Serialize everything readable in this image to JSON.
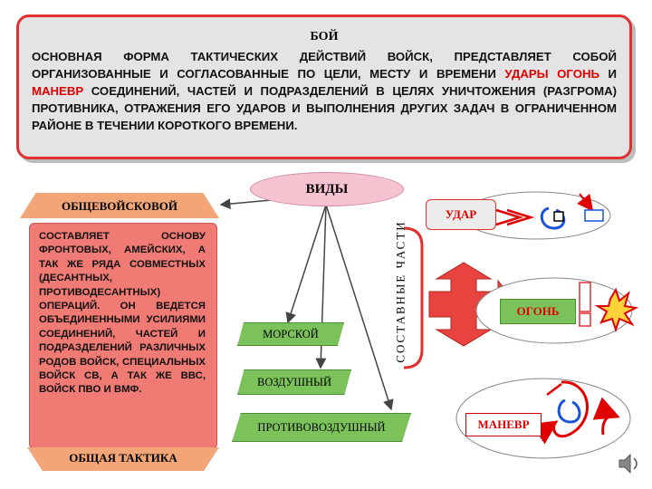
{
  "definition": {
    "title": "БОЙ",
    "line1": "ОСНОВНАЯ ФОРМА ТАКТИЧЕСКИХ ДЕЙСТВИЙ ВОЙСК, ПРЕДСТАВЛЯЕТ СОБОЙ ОРГАНИЗОВАННЫЕ И СОГЛАСОВАННЫЕ ПО ЦЕЛИ, МЕСТУ И ВРЕМЕНИ ",
    "hl_udary": "УДАРЫ",
    "hl_ogon": "ОГОНЬ",
    "and": " И ",
    "hl_manevr": "МАНЕВР",
    "line2": " СОЕДИНЕНИЙ, ЧАСТЕЙ И ПОДРАЗДЕЛЕНИЙ В ЦЕЛЯХ УНИЧТОЖЕНИЯ (РАЗГРОМА) ПРОТИВНИКА, ОТРАЖЕНИЯ ЕГО УДАРОВ И ВЫПОЛНЕНИЯ ДРУГИХ ЗАДАЧ В ОГРАНИЧЕННОМ РАЙОНЕ В ТЕЧЕНИИ КОРОТКОГО ВРЕМЕНИ."
  },
  "types": {
    "header": "ВИДЫ",
    "general_arms": "ОБЩЕВОЙСКОВОЙ",
    "naval": "МОРСКОЙ",
    "air": "ВОЗДУШНЫЙ",
    "air_defense": "ПРОТИВОВОЗДУШНЫЙ"
  },
  "general_description": "СОСТАВЛЯЕТ ОСНОВУ ФРОНТОВЫХ, АМЕЙСКИХ, А ТАК ЖЕ РЯДА СОВМЕСТНЫХ (ДЕСАНТНЫХ, ПРОТИВОДЕСАНТНЫХ) ОПЕРАЦИЙ. ОН ВЕДЕТСЯ ОБЪЕДИНЕННЫМИ УСИЛИЯМИ СОЕДИНЕНИЙ, ЧАСТЕЙ И ПОДРАЗДЕЛЕНИЙ РАЗЛИЧНЫХ РОДОВ ВОЙСК, СПЕЦИАЛЬНЫХ ВОЙСК СВ, А ТАК ЖЕ ВВС, ВОЙСК ПВО И ВМФ.",
  "general_tactics": "ОБЩАЯ ТАКТИКА",
  "components": {
    "label": "СОСТАВНЫЕ ЧАСТИ",
    "strike": "УДАР",
    "fire": "ОГОНЬ",
    "maneuver": "МАНЕВР"
  },
  "colors": {
    "border_red": "#e03030",
    "text_red": "#e00000",
    "green_box": "#7bc25b",
    "orange_banner": "#f2a677",
    "salmon_box": "#f07a74",
    "pink_ellipse": "#f6c3d1"
  }
}
